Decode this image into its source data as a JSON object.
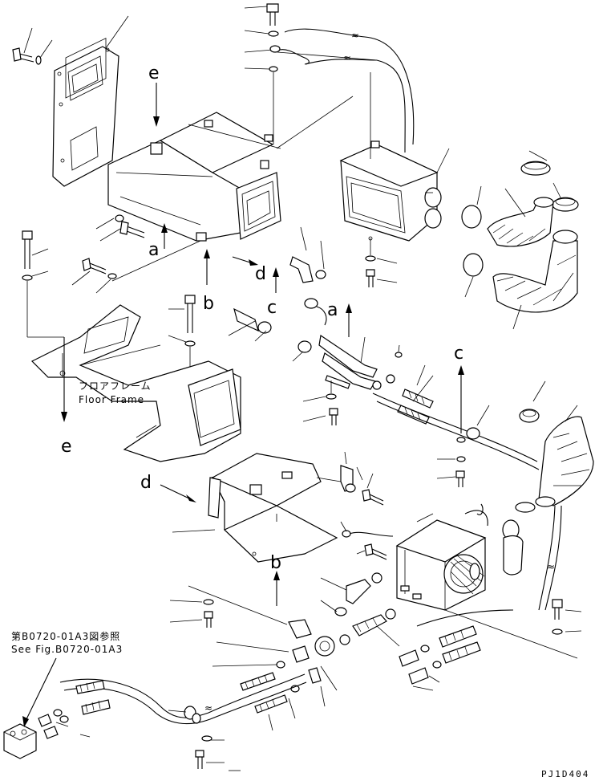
{
  "figure_code": "PJ1D404",
  "view_letters": {
    "e_top": "e",
    "a_left": "a",
    "b_mid": "b",
    "d_mid": "d",
    "c_mid": "c",
    "a_right": "a",
    "c_right": "c",
    "e_bottom": "e",
    "d_lower": "d",
    "b_lower": "b"
  },
  "floor_frame": {
    "jp": "フロアフレーム",
    "en": "Floor Frame"
  },
  "reference": {
    "jp": "第B0720-01A3図参照",
    "en": "See Fig.B0720-01A3"
  }
}
